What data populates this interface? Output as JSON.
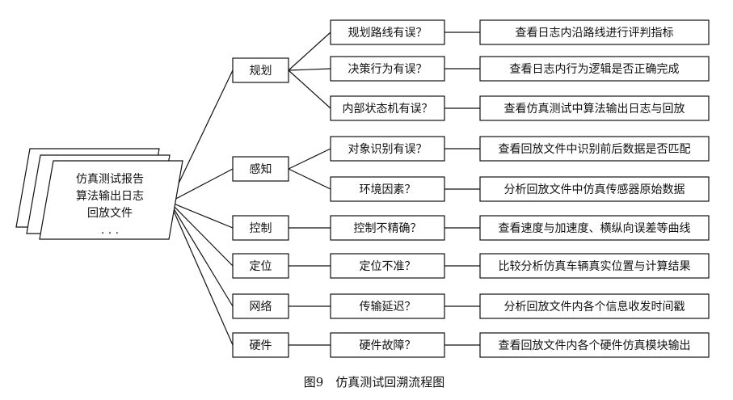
{
  "source": {
    "lines": [
      "仿真测试报告",
      "算法输出日志",
      "回放文件",
      ". . ."
    ]
  },
  "categories": [
    {
      "label": "规划",
      "questions": [
        {
          "question": "规划路线有误？",
          "action": "查看日志内沿路线进行评判指标"
        },
        {
          "question": "决策行为有误？",
          "action": "查看日志内行为逻辑是否正确完成"
        },
        {
          "question": "内部状态机有误？",
          "action": "查看仿真测试中算法输出日志与回放"
        }
      ]
    },
    {
      "label": "感知",
      "questions": [
        {
          "question": "对象识别有误？",
          "action": "查看回放文件中识别前后数据是否匹配"
        },
        {
          "question": "环境因素？",
          "action": "分析回放文件中仿真传感器原始数据"
        }
      ]
    },
    {
      "label": "控制",
      "questions": [
        {
          "question": "控制不精确？",
          "action": "查看速度与加速度、横纵向误差等曲线"
        }
      ]
    },
    {
      "label": "定位",
      "questions": [
        {
          "question": "定位不准？",
          "action": "比较分析仿真车辆真实位置与计算结果"
        }
      ]
    },
    {
      "label": "网络",
      "questions": [
        {
          "question": "传输延迟？",
          "action": "分析回放文件内各个信息收发时间戳"
        }
      ]
    },
    {
      "label": "硬件",
      "questions": [
        {
          "question": "硬件故障？",
          "action": "查看回放文件内各个硬件仿真模块输出"
        }
      ]
    }
  ],
  "caption": "图9　仿真测试回溯流程图"
}
